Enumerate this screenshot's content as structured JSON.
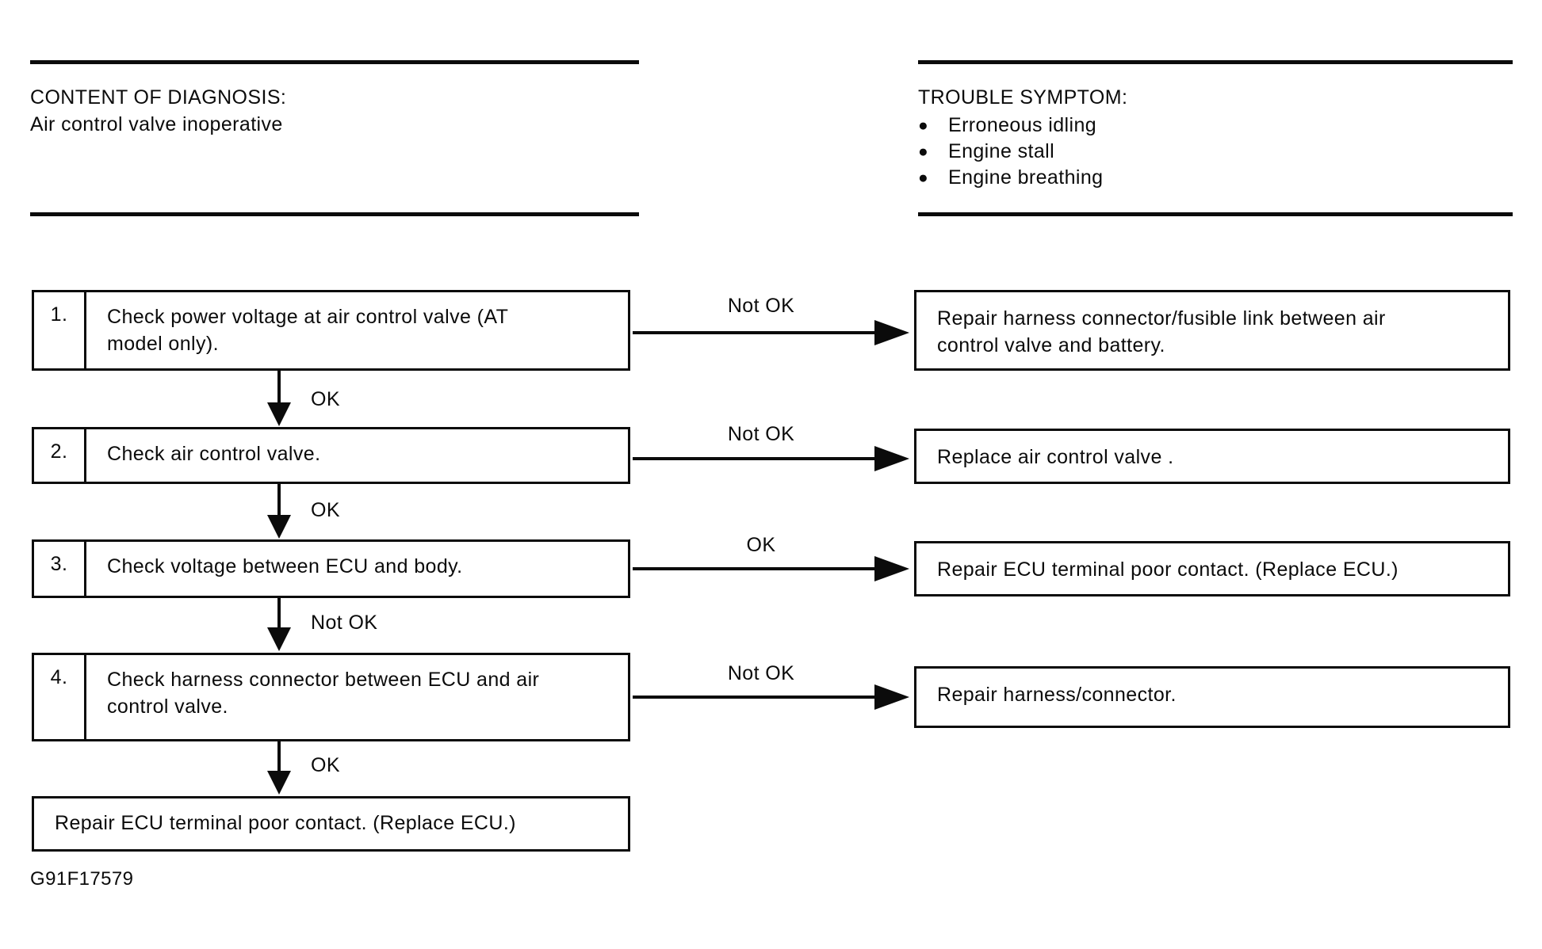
{
  "page": {
    "figure_id": "G91F17579"
  },
  "diagnosis_header": {
    "title": "CONTENT OF DIAGNOSIS:",
    "description": "Air control valve inoperative"
  },
  "symptom_header": {
    "title": "TROUBLE SYMPTOM:",
    "bullet_glyph": "●",
    "items": [
      "Erroneous idling",
      "Engine stall",
      "Engine breathing"
    ]
  },
  "flowchart": {
    "steps": [
      {
        "number": "1.",
        "instruction": "Check power voltage at air control valve (AT\nmodel only).",
        "branch_label": "Not OK",
        "branch_action": "Repair harness connector/fusible link between air\ncontrol valve and battery.",
        "next_label": "OK"
      },
      {
        "number": "2.",
        "instruction": "Check air control valve.",
        "branch_label": "Not OK",
        "branch_action": "Replace air control valve .",
        "next_label": "OK"
      },
      {
        "number": "3.",
        "instruction": "Check voltage between ECU and body.",
        "branch_label": "OK",
        "branch_action": "Repair ECU terminal poor contact. (Replace ECU.)",
        "next_label": "Not OK"
      },
      {
        "number": "4.",
        "instruction": "Check harness connector between ECU and air\ncontrol valve.",
        "branch_label": "Not OK",
        "branch_action": "Repair harness/connector.",
        "next_label": "OK"
      }
    ],
    "final_action": "Repair ECU terminal poor contact. (Replace ECU.)"
  },
  "colors": {
    "ink": "#0b0b0b",
    "paper": "#ffffff"
  }
}
